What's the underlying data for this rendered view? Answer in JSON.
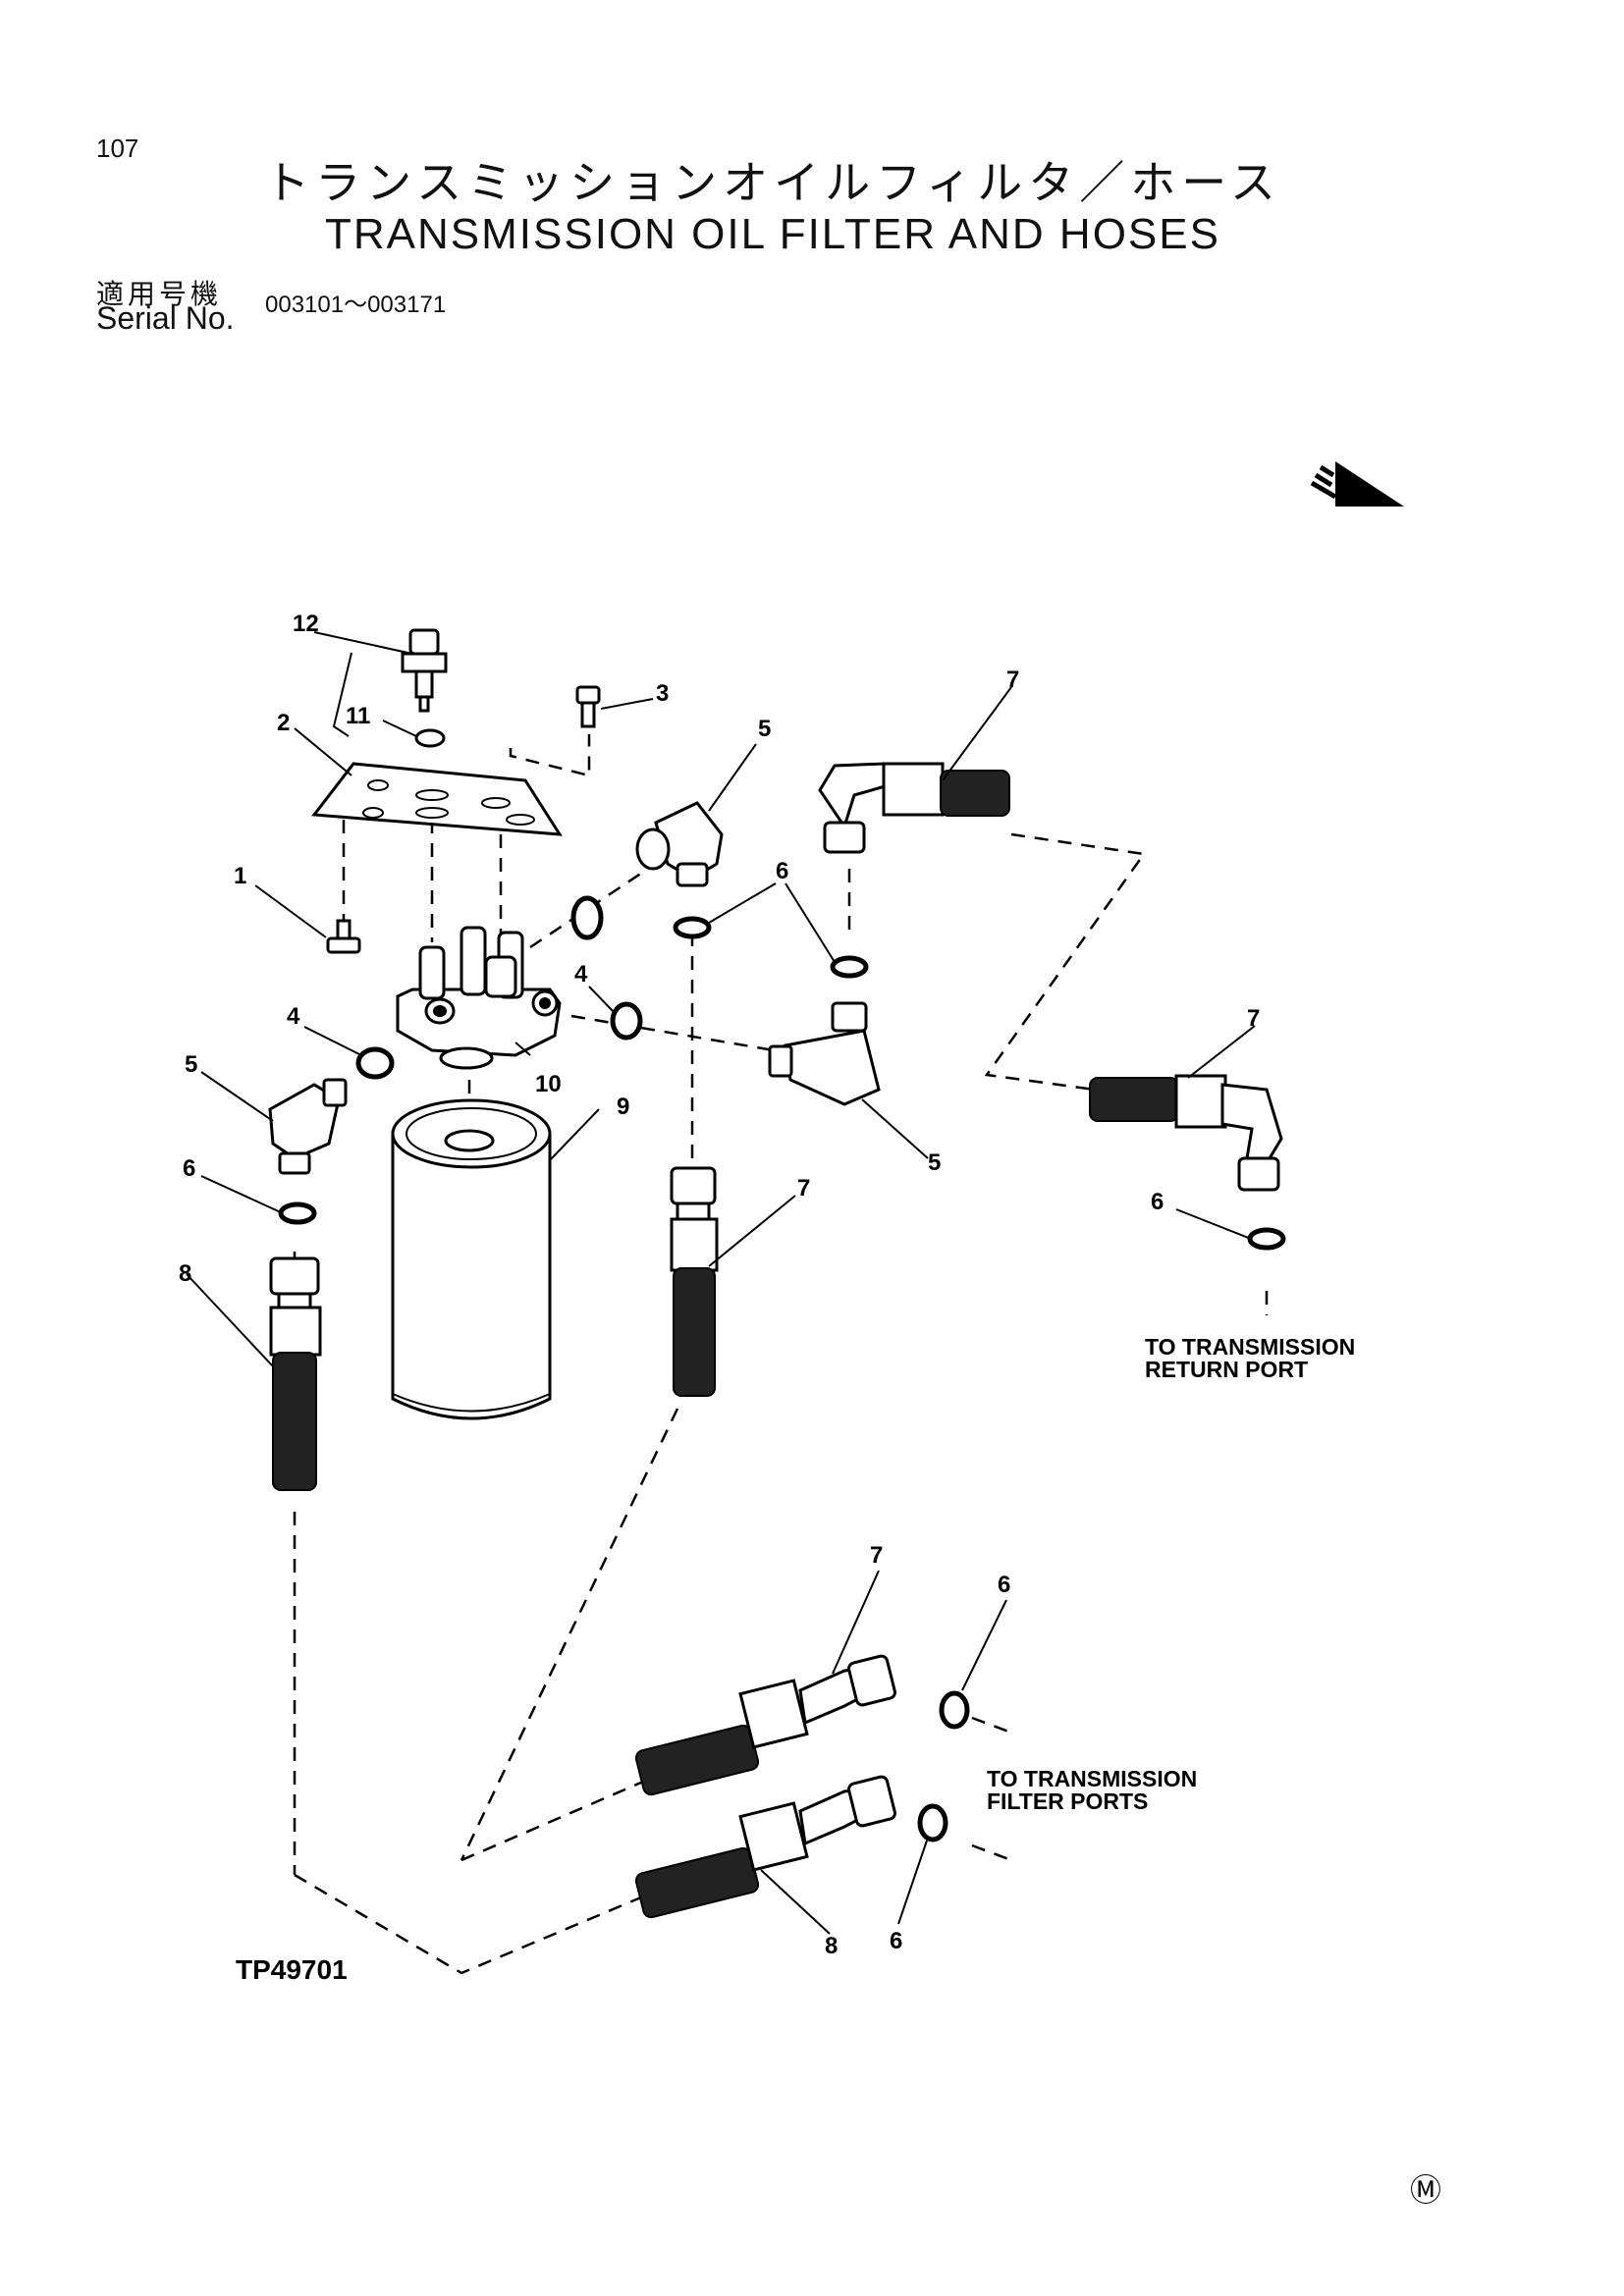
{
  "header": {
    "page_number": "107",
    "title_ja": "トランスミッションオイルフィルタ／ホース",
    "title_en": "TRANSMISSION OIL FILTER AND HOSES",
    "serial_label_ja": "適用号機",
    "serial_label_en": "Serial No.",
    "serial_range": "003101～003171"
  },
  "diagram": {
    "callouts": {
      "c1": "1",
      "c2": "2",
      "c3": "3",
      "c4a": "4",
      "c4b": "4",
      "c5a": "5",
      "c5b": "5",
      "c5c": "5",
      "c6a": "6",
      "c6b": "6",
      "c6c": "6",
      "c6d": "6",
      "c6e": "6",
      "c7a": "7",
      "c7b": "7",
      "c7c": "7",
      "c7d": "7",
      "c8a": "8",
      "c8b": "8",
      "c9": "9",
      "c10": "10",
      "c11": "11",
      "c12": "12"
    },
    "notes": {
      "return_port_line1": "TO TRANSMISSION",
      "return_port_line2": "RETURN PORT",
      "filter_ports_line1": "TO TRANSMISSION",
      "filter_ports_line2": "FILTER PORTS"
    },
    "figure_id": "TP49701",
    "symbol": "Ⓜ"
  }
}
